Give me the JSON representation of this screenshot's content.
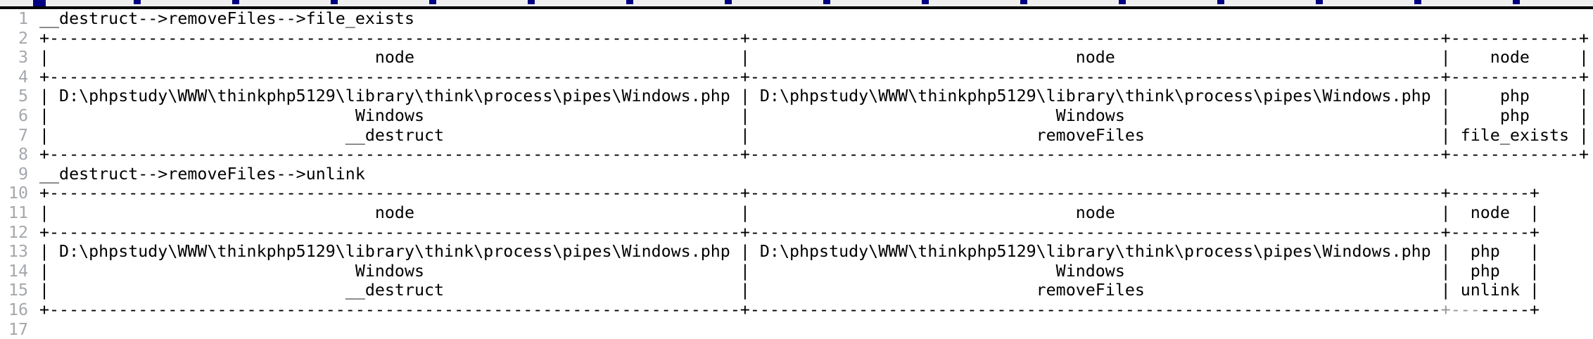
{
  "colors": {
    "background": "#ffffff",
    "top_strip_bg": "#efefef",
    "top_strip_bar": "#000000",
    "top_strip_tick": "#000082",
    "line_number": "#a4a8ad",
    "text": "#000000",
    "muted_border": "#969696"
  },
  "tables": [
    {
      "heading": "__destruct-->removeFiles-->file_exists",
      "header": [
        "node",
        "node",
        "node"
      ],
      "rows": [
        [
          "D:\\phpstudy\\WWW\\thinkphp5129\\library\\think\\process\\pipes\\Windows.php",
          "D:\\phpstudy\\WWW\\thinkphp5129\\library\\think\\process\\pipes\\Windows.php",
          "php"
        ],
        [
          "Windows",
          "Windows",
          "php"
        ],
        [
          "__destruct",
          "removeFiles",
          "file_exists"
        ]
      ]
    },
    {
      "heading": "__destruct-->removeFiles-->unlink",
      "header": [
        "node",
        "node",
        "node"
      ],
      "rows": [
        [
          "D:\\phpstudy\\WWW\\thinkphp5129\\library\\think\\process\\pipes\\Windows.php",
          "D:\\phpstudy\\WWW\\thinkphp5129\\library\\think\\process\\pipes\\Windows.php",
          "php"
        ],
        [
          "Windows",
          "Windows",
          "php"
        ],
        [
          "__destruct",
          "removeFiles",
          "unlink"
        ]
      ]
    }
  ],
  "editor": {
    "lines": [
      {
        "num": "1",
        "text": "__destruct-->removeFiles-->file_exists"
      },
      {
        "num": "2",
        "text": "+----------------------------------------------------------------------+----------------------------------------------------------------------+-------------+"
      },
      {
        "num": "3",
        "text": "|                                 node                                 |                                 node                                 |    node     |"
      },
      {
        "num": "4",
        "text": "+----------------------------------------------------------------------+----------------------------------------------------------------------+-------------+"
      },
      {
        "num": "5",
        "text": "| D:\\phpstudy\\WWW\\thinkphp5129\\library\\think\\process\\pipes\\Windows.php | D:\\phpstudy\\WWW\\thinkphp5129\\library\\think\\process\\pipes\\Windows.php |     php     |"
      },
      {
        "num": "6",
        "text": "|                               Windows                                |                               Windows                                |     php     |"
      },
      {
        "num": "7",
        "text": "|                              __destruct                              |                             removeFiles                              | file_exists |"
      },
      {
        "num": "8",
        "text": "+----------------------------------------------------------------------+----------------------------------------------------------------------+-------------+"
      },
      {
        "num": "9",
        "text": "__destruct-->removeFiles-->unlink"
      },
      {
        "num": "10",
        "text": "+----------------------------------------------------------------------+----------------------------------------------------------------------+--------+"
      },
      {
        "num": "11",
        "text": "|                                 node                                 |                                 node                                 |  node  |"
      },
      {
        "num": "12",
        "text": "+----------------------------------------------------------------------+----------------------------------------------------------------------+--------+"
      },
      {
        "num": "13",
        "text": "| D:\\phpstudy\\WWW\\thinkphp5129\\library\\think\\process\\pipes\\Windows.php | D:\\phpstudy\\WWW\\thinkphp5129\\library\\think\\process\\pipes\\Windows.php |  php   |"
      },
      {
        "num": "14",
        "text": "|                               Windows                                |                               Windows                                |  php   |"
      },
      {
        "num": "15",
        "text": "|                              __destruct                              |                             removeFiles                              | unlink |"
      },
      {
        "num": "16",
        "parts": [
          "+----------------------------------------------------------------------+----------------------------------------------------------------------",
          "+---",
          "-----+"
        ]
      },
      {
        "num": "17",
        "text": ""
      }
    ]
  }
}
